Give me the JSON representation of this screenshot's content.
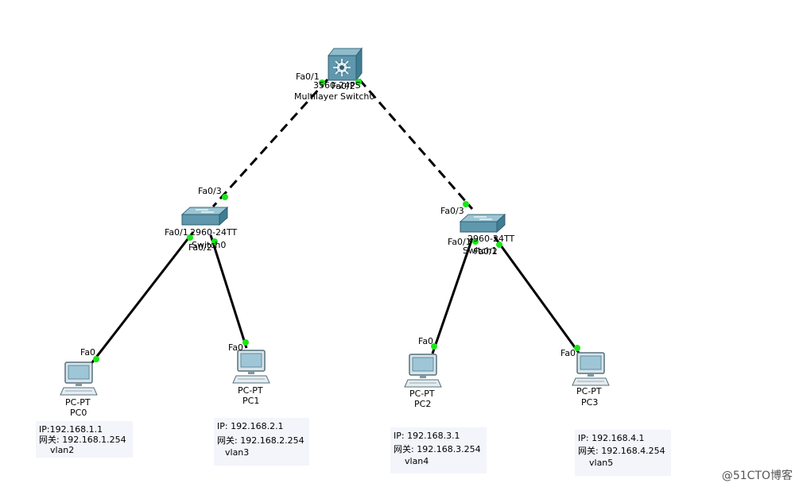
{
  "devices": {
    "mls": {
      "model": "3560-24PS",
      "name": "Multilayer Switch0"
    },
    "sw_left": {
      "model": "2960-24TT",
      "name": "Switch0"
    },
    "sw_right": {
      "model": "2960-24TT",
      "name": "Switch1"
    },
    "pc0": {
      "type": "PC-PT",
      "name": "PC0"
    },
    "pc1": {
      "type": "PC-PT",
      "name": "PC1"
    },
    "pc2": {
      "type": "PC-PT",
      "name": "PC2"
    },
    "pc3": {
      "type": "PC-PT",
      "name": "PC3"
    }
  },
  "ports": {
    "mls_fa01": "Fa0/1",
    "mls_fa02": "Fa0/2",
    "swl_fa03": "Fa0/3",
    "swl_fa01": "Fa0/1",
    "swl_fa02": "Fa0/2",
    "swr_fa03": "Fa0/3",
    "swr_fa01": "Fa0/1",
    "swr_fa02": "Fa0/2",
    "pc0_fa0": "Fa0",
    "pc1_fa0": "Fa0",
    "pc2_fa0": "Fa0",
    "pc3_fa0": "Fa0"
  },
  "notes": {
    "pc0": {
      "ip": "IP:192.168.1.1",
      "gw": "网关: 192.168.1.254",
      "vlan": "vlan2"
    },
    "pc1": {
      "ip": "IP:  192.168.2.1",
      "gw": "网关: 192.168.2.254",
      "vlan": "vlan3"
    },
    "pc2": {
      "ip": "IP: 192.168.3.1",
      "gw": "网关: 192.168.3.254",
      "vlan": "vlan4"
    },
    "pc3": {
      "ip": "IP: 192.168.4.1",
      "gw": "网关: 192.168.4.254",
      "vlan": "vlan5"
    }
  },
  "watermark": "@51CTO博客",
  "colors": {
    "link": "#000000",
    "port_up": "#19e619",
    "device_blue": "#5f97ad",
    "note_bg": "#f3f5fb"
  }
}
